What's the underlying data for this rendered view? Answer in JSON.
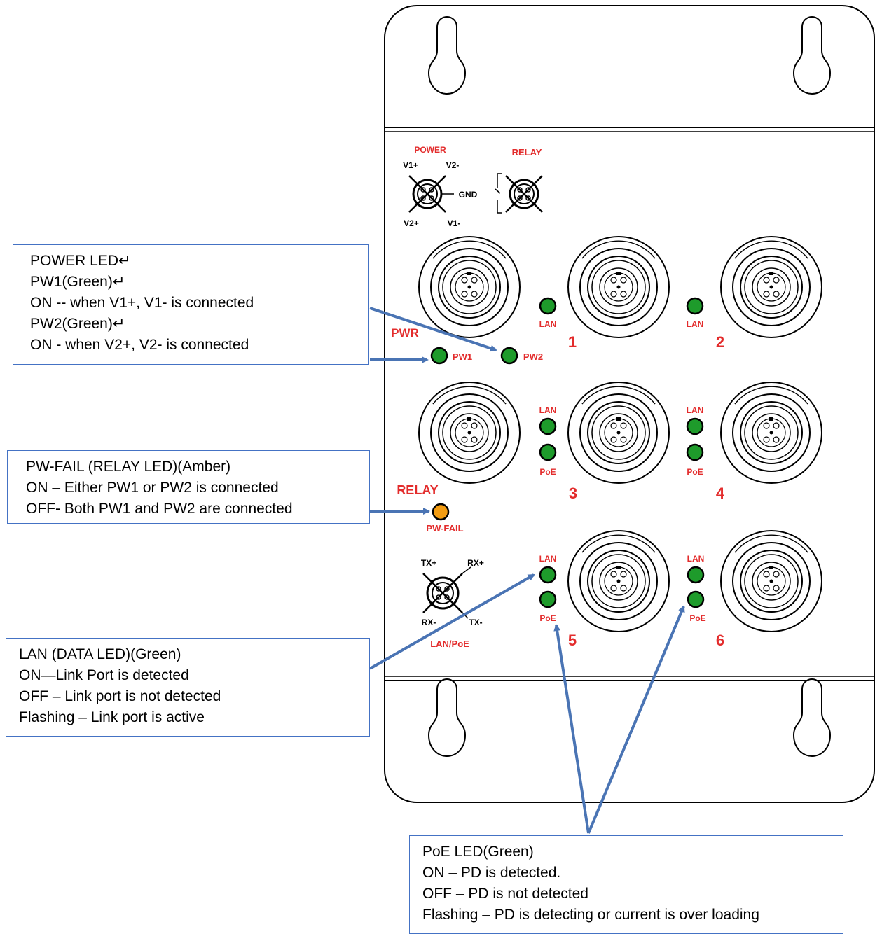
{
  "panel": {
    "power_connector": {
      "title": "POWER",
      "pins": [
        "V1+",
        "V2-",
        "GND",
        "V2+",
        "V1-"
      ]
    },
    "relay_connector": {
      "title": "RELAY"
    },
    "pwr_label": "PWR",
    "pw1_label": "PW1",
    "pw2_label": "PW2",
    "relay_label": "RELAY",
    "pwfail_label": "PW-FAIL",
    "lanpoe_connector": {
      "pins": [
        "TX+",
        "RX+",
        "RX-",
        "TX-"
      ],
      "title": "LAN/PoE"
    },
    "ports": [
      {
        "number": "1",
        "leds": [
          "LAN"
        ]
      },
      {
        "number": "2",
        "leds": [
          "LAN"
        ]
      },
      {
        "number": "3",
        "leds": [
          "LAN",
          "PoE"
        ]
      },
      {
        "number": "4",
        "leds": [
          "LAN",
          "PoE"
        ]
      },
      {
        "number": "5",
        "leds": [
          "LAN",
          "PoE"
        ]
      },
      {
        "number": "6",
        "leds": [
          "LAN",
          "PoE"
        ]
      }
    ]
  },
  "callouts": {
    "power": [
      "POWER LED↵",
      "PW1(Green)↵",
      "ON -- when  V1+, V1- is connected",
      "PW2(Green)↵",
      "ON - when V2+, V2- is connected"
    ],
    "relay": [
      "PW-FAIL (RELAY LED)(Amber)",
      "ON – Either PW1 or PW2 is connected",
      "OFF- Both PW1 and PW2 are connected"
    ],
    "lan": [
      "LAN (DATA LED)(Green)",
      "ON—Link Port is detected",
      "OFF – Link port is not detected",
      "Flashing – Link port is active"
    ],
    "poe": [
      "PoE LED(Green)",
      "ON – PD is detected.",
      "OFF – PD is not detected",
      "Flashing – PD is detecting or current is over loading"
    ]
  },
  "colors": {
    "led_green": "#1e9b2b",
    "led_amber": "#f39c12",
    "label_red": "#e32c2c",
    "arrow_blue": "#4a74b4",
    "callout_border": "#4472c4"
  }
}
